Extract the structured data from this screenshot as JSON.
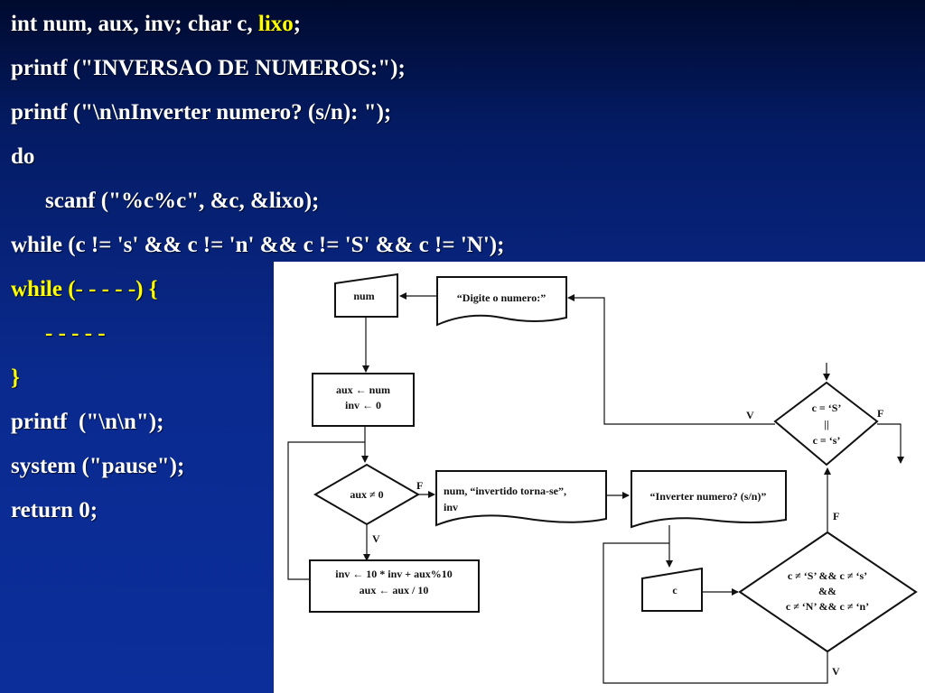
{
  "code": {
    "line1_main": "int num, aux, inv; char c, ",
    "line1_highlight": "lixo",
    "line1_end": ";",
    "line2": "printf (\"INVERSAO DE NUMEROS:\");",
    "line3": "printf (\"\\n\\nInverter numero? (s/n): \");",
    "line4": "do",
    "line5": "scanf (\"%c%c\", &c, &lixo);",
    "line6": "while (c != 's' && c != 'n' && c != 'S' && c != 'N');",
    "line7": "while (- - - - -) {",
    "line8": "- - - - -",
    "line9": "}",
    "line10": "printf  (\"\\n\\n\");",
    "line11": "system (\"pause\");",
    "line12": "return 0;"
  },
  "flowchart": {
    "input_num": "num",
    "display_digite": "“Digite o numero:”",
    "process1_line1": "aux ← num",
    "process1_line2": "inv ← 0",
    "decision_aux_line": "aux ≠ 0",
    "label_f1": "F",
    "label_v1": "V",
    "output_result_line1": "num, “invertido torna-se”,",
    "output_result_line2": "inv",
    "display_inverter": "“Inverter numero? (s/n)”",
    "process2_line1": "inv ← 10 * inv + aux%10",
    "process2_line2": "aux ← aux / 10",
    "input_c": "c",
    "decision_c_line1": "c = ‘S’",
    "decision_c_line2": "||",
    "decision_c_line3": "c = ‘s’",
    "label_v2": "V",
    "label_f2": "F",
    "label_f3": "F",
    "decision_valid_line1": "c ≠ ‘S’ && c ≠ ‘s’",
    "decision_valid_line2": "&&",
    "decision_valid_line3": "c ≠ ‘N’ && c ≠ ‘n’",
    "label_v3": "V"
  },
  "colors": {
    "background": "#0a2a8f",
    "code_text": "#ffffff",
    "highlight": "#ffff00",
    "flowchart_bg": "#ffffff"
  }
}
